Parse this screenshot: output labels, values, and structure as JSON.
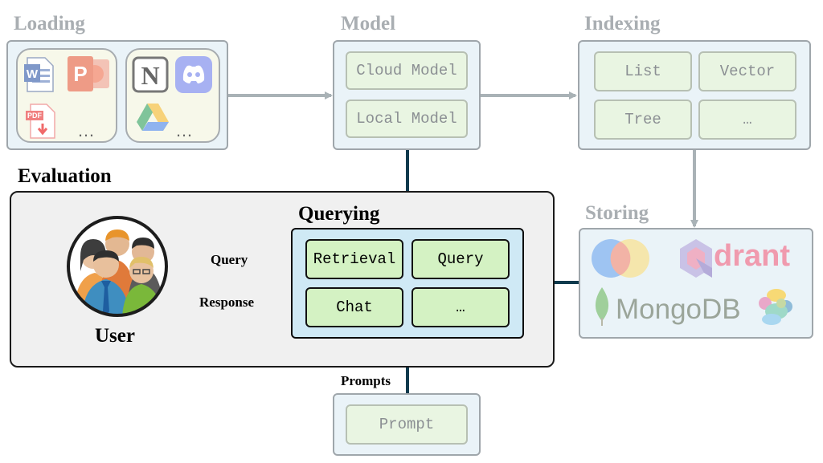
{
  "sections": {
    "loading": "Loading",
    "model": "Model",
    "indexing": "Indexing",
    "storing": "Storing",
    "evaluation": "Evaluation",
    "querying": "Querying"
  },
  "model": {
    "items": [
      "Cloud Model",
      "Local Model"
    ]
  },
  "indexing": {
    "items": [
      "List",
      "Vector",
      "Tree",
      "…"
    ]
  },
  "querying": {
    "items": [
      "Retrieval",
      "Query",
      "Chat",
      "…"
    ]
  },
  "prompt": {
    "label": "Prompt"
  },
  "loading": {
    "ellipsis_left": "…",
    "ellipsis_right": "…",
    "icons": [
      "word-doc-icon",
      "powerpoint-icon",
      "pdf-icon",
      "notion-icon",
      "discord-icon",
      "google-drive-icon"
    ]
  },
  "storing": {
    "logos": [
      "overlapping-circles-logo",
      "qdrant-logo",
      "mongodb-logo",
      "elastic-logo"
    ],
    "qdrant_text": "drant",
    "mongodb_text": "MongoDB"
  },
  "user": {
    "label": "User"
  },
  "arrows": {
    "query": "Query",
    "response": "Response",
    "prompts": "Prompts"
  },
  "colors": {
    "active_arrow": "#0f3a4d",
    "inactive_arrow": "#a9b2b6",
    "active_panel": "#cfe9f5",
    "inactive_panel": "#eaf3f8"
  }
}
